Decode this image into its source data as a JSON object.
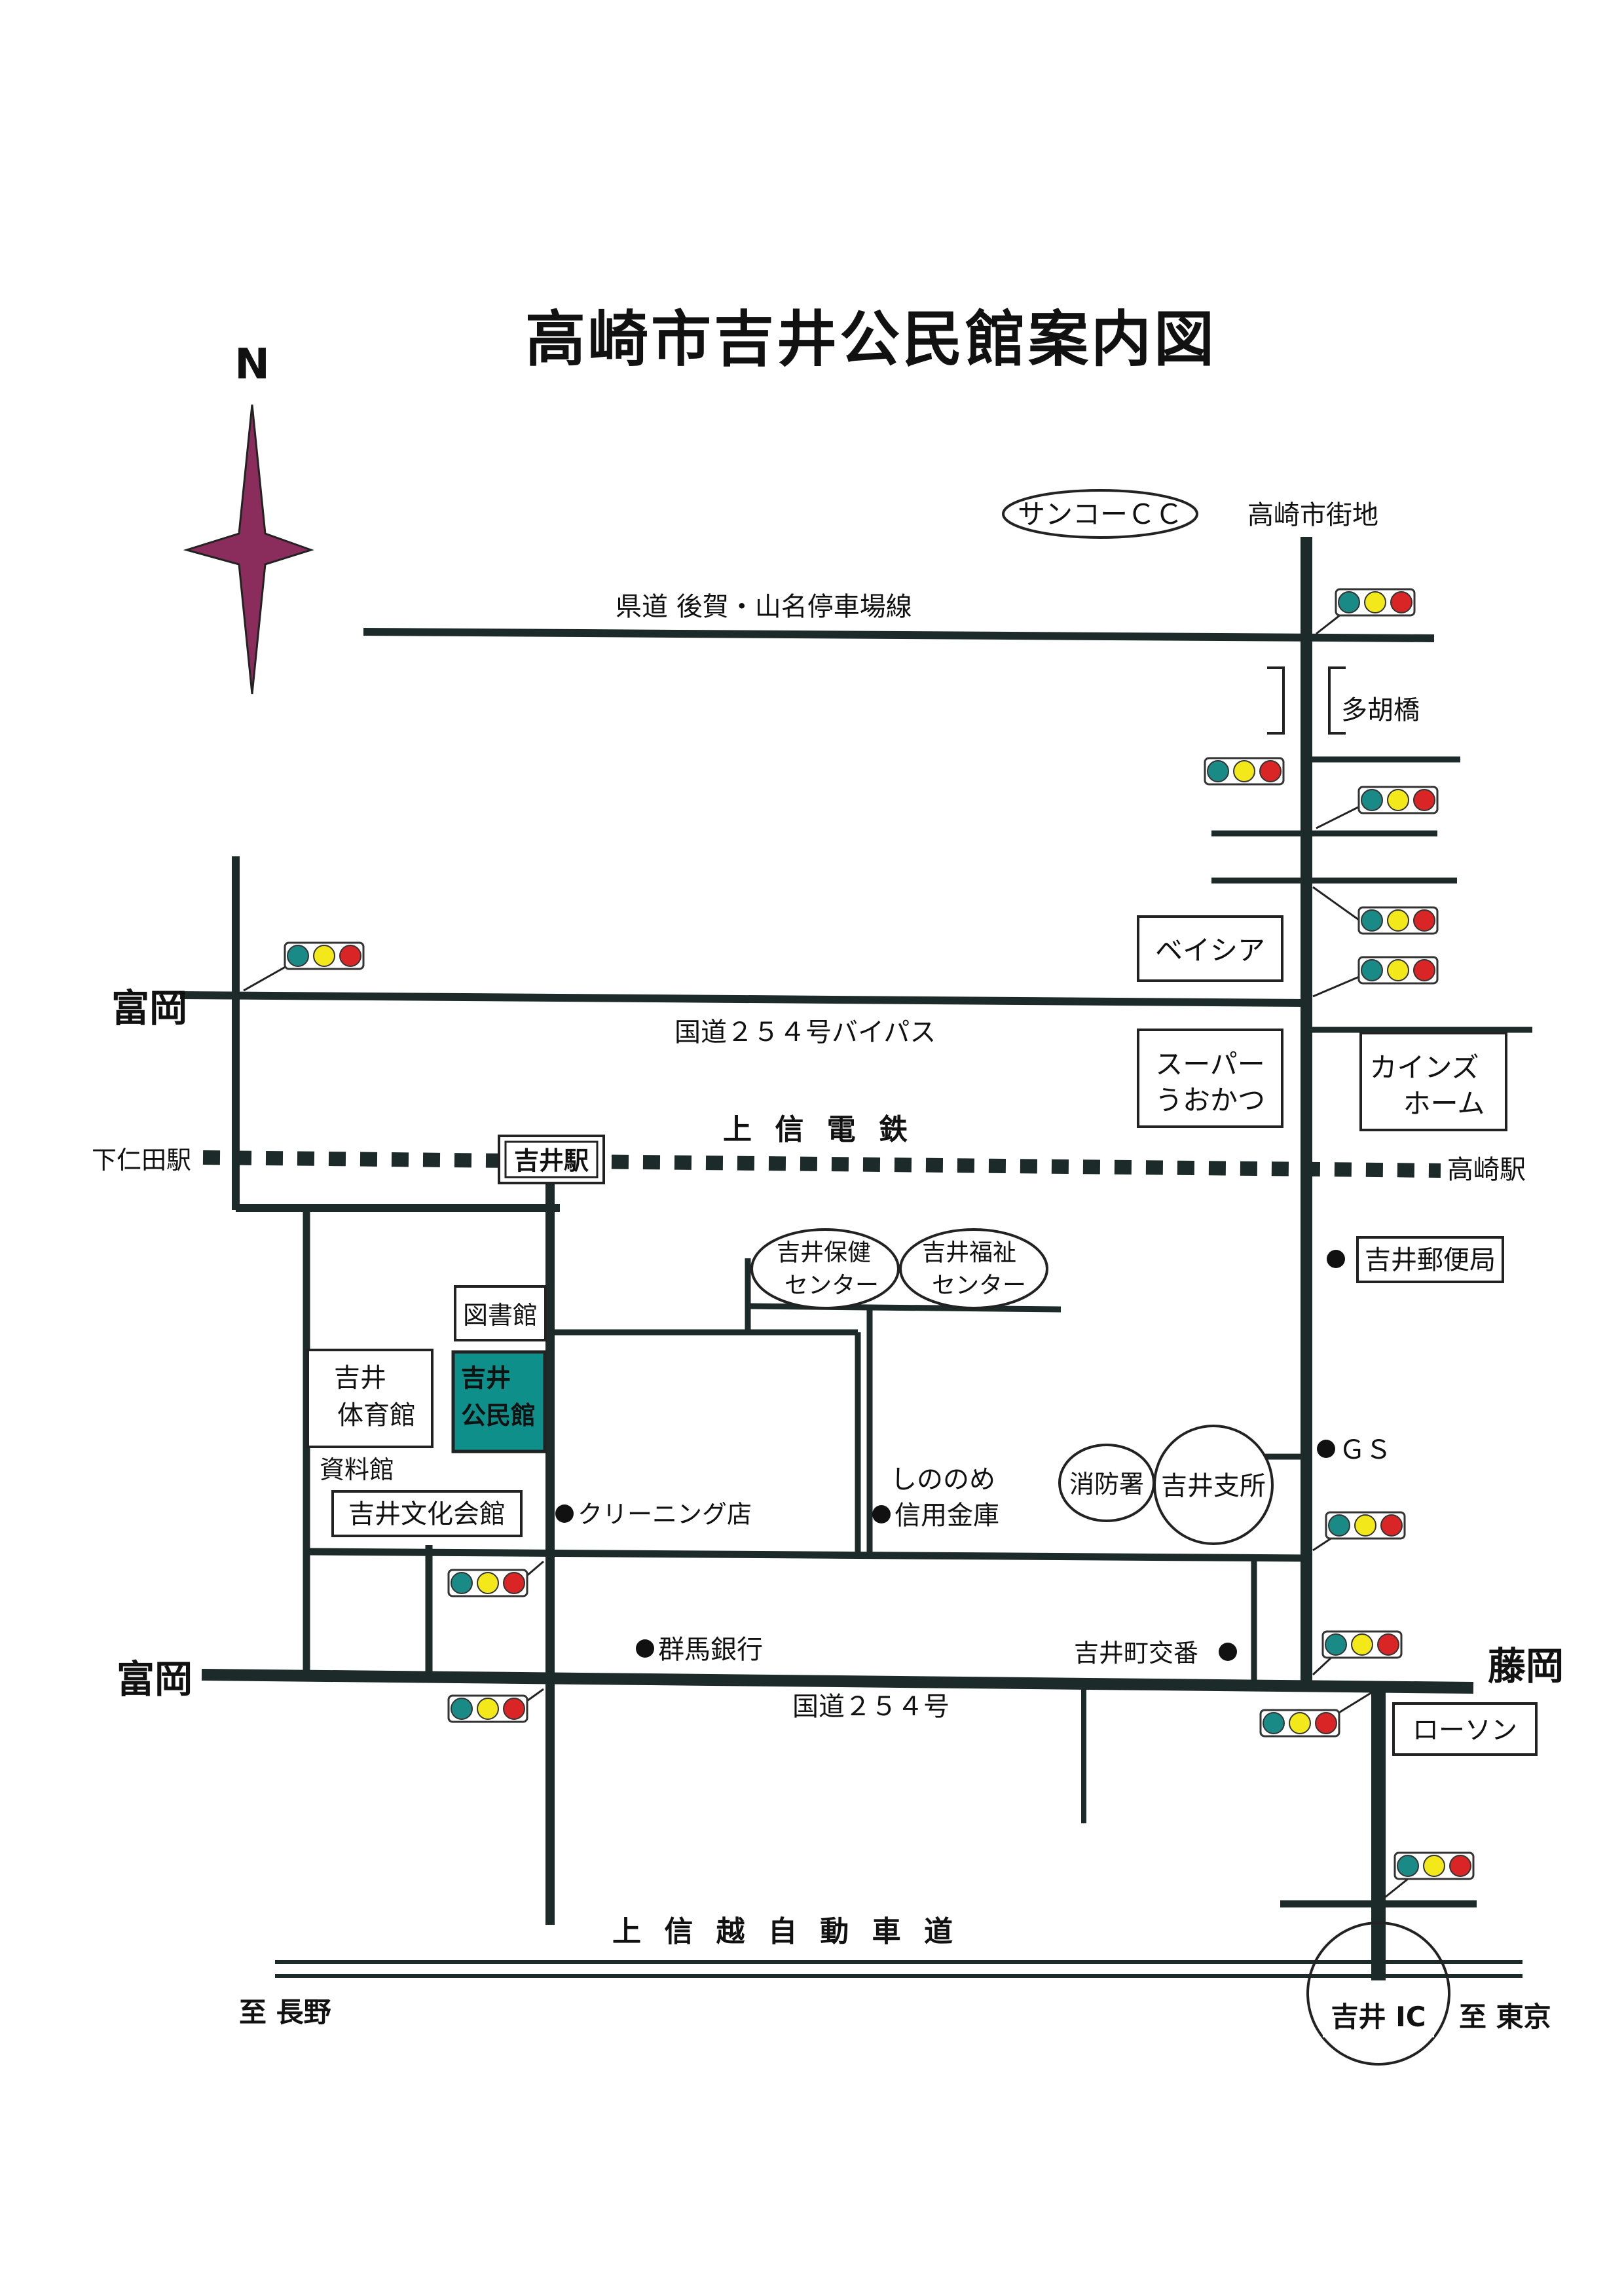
{
  "title": "高崎市吉井公民館案内図",
  "compass": {
    "label": "N"
  },
  "colors": {
    "road": "#1d2a2a",
    "compass": "#8a2d5c",
    "highlight": "#0f8f8a",
    "signal_green": "#1a8a86",
    "signal_yellow": "#f2e81a",
    "signal_red": "#d92525"
  },
  "labels": {
    "sanko_cc": "サンコーＣＣ",
    "takasaki_city": "高崎市街地",
    "kendo_line": "県道 後賀・山名停車場線",
    "tagobashi": "多胡橋",
    "beisia": "ベイシア",
    "tomioka_top": "富岡",
    "route254_bypass": "国道２５４号バイパス",
    "super_uokatsu_1": "スーパー",
    "super_uokatsu_2": "うおかつ",
    "cainz_1": "カインズ",
    "cainz_2": "ホーム",
    "joshin_railway": "上 信 電 鉄",
    "shimonida_station": "下仁田駅",
    "yoshii_station": "吉井駅",
    "takasaki_station": "高崎駅",
    "hoken_center_1": "吉井保健",
    "hoken_center_2": "センター",
    "fukushi_center_1": "吉井福祉",
    "fukushi_center_2": "センター",
    "post_office": "吉井郵便局",
    "library": "図書館",
    "gym_1": "吉井",
    "gym_2": "体育館",
    "kominkan_1": "吉井",
    "kominkan_2": "公民館",
    "archive": "資料館",
    "bunka_kaikan": "吉井文化会館",
    "cleaning": "クリーニング店",
    "shinonome_1": "しののめ",
    "shinonome_2": "信用金庫",
    "fire_station": "消防署",
    "branch_office": "吉井支所",
    "gas_station": "ＧＳ",
    "gunma_bank": "群馬銀行",
    "police_box": "吉井町交番",
    "tomioka_bottom": "富岡",
    "fujioka": "藤岡",
    "route254": "国道２５４号",
    "lawson": "ローソン",
    "expressway": "上 信 越 自 動 車 道",
    "to_nagano": "至 長野",
    "yoshii_ic": "吉井 IC",
    "to_tokyo": "至 東京"
  }
}
